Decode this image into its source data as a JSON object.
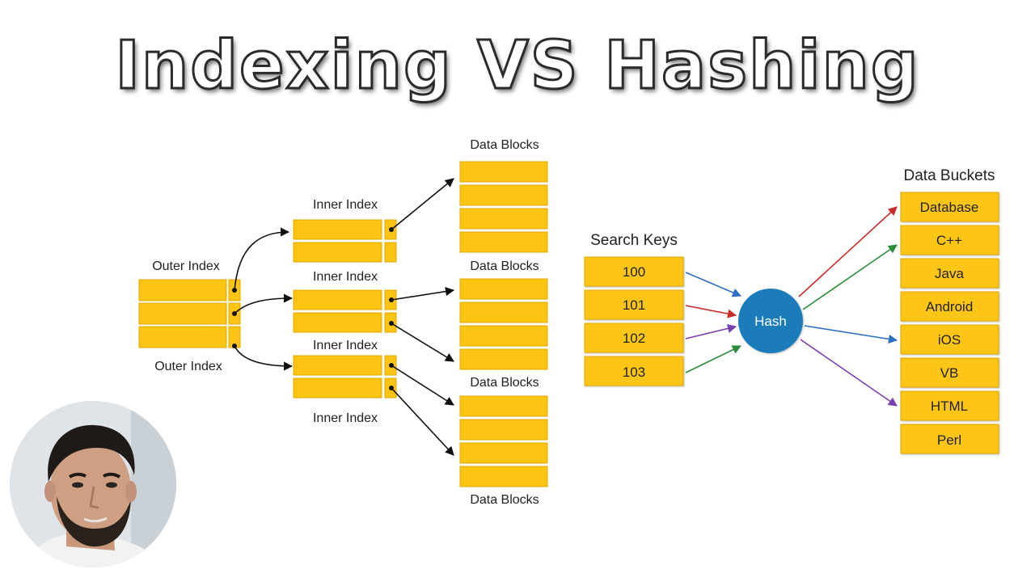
{
  "title": "Indexing VS Hashing",
  "indexing": {
    "outer_index_label": "Outer Index",
    "inner_index_label": "Inner Index",
    "data_blocks_label": "Data Blocks"
  },
  "hashing": {
    "search_keys_label": "Search Keys",
    "search_keys": [
      "100",
      "101",
      "102",
      "103"
    ],
    "hash_label": "Hash",
    "data_buckets_label": "Data Buckets",
    "buckets": [
      "Database",
      "C++",
      "Java",
      "Android",
      "iOS",
      "VB",
      "HTML",
      "Perl"
    ]
  },
  "colors": {
    "cell_fill": "#fdc513",
    "cell_stroke": "#e2a800",
    "hash_fill": "#1f7cba",
    "arrow_black": "#111111",
    "arrow_blue": "#2d6fc4",
    "arrow_red": "#cc2b2b",
    "arrow_purple": "#7a3fb0",
    "arrow_green": "#2a8c3a"
  }
}
